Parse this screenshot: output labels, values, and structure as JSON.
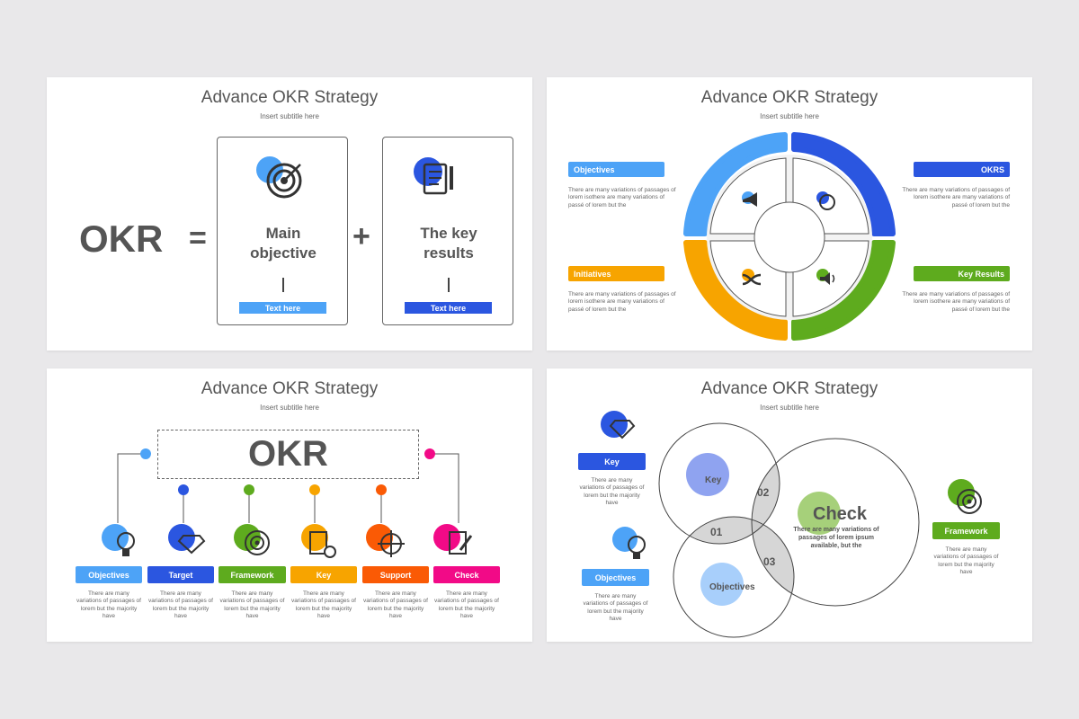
{
  "colors": {
    "light_blue": "#4da3f7",
    "blue": "#2b56e0",
    "green": "#5eab1e",
    "orange": "#f7a400",
    "red_orange": "#fa5a05",
    "pink": "#f20a87",
    "text": "#555555"
  },
  "slide1": {
    "title": "Advance OKR Strategy",
    "subtitle": "Insert subtitle here",
    "okr": "OKR",
    "equals": "=",
    "plus": "+",
    "box1": {
      "icon": "target-icon",
      "line1": "Main",
      "line2": "objective",
      "button": "Text here"
    },
    "box2": {
      "icon": "document-pen-icon",
      "line1": "The key",
      "line2": "results",
      "button": "Text here"
    }
  },
  "slide2": {
    "title": "Advance OKR Strategy",
    "subtitle": "Insert subtitle here",
    "items": [
      {
        "label": "Objectives",
        "icon": "megaphone-icon",
        "text": "There are many variations of passages of lorem isothere are many variations of passé of lorem but the"
      },
      {
        "label": "OKRS",
        "icon": "clock-icon",
        "text": "There are many variations of passages of lorem isothere are many variations of passé of lorem but the"
      },
      {
        "label": "Initiatives",
        "icon": "shuffle-icon",
        "text": "There are many variations of passages of lorem isothere are many variations of passé of lorem but the"
      },
      {
        "label": "Key Results",
        "icon": "speaker-icon",
        "text": "There are many variations of passages of lorem isothere are many variations of passé of lorem but the"
      }
    ]
  },
  "slide3": {
    "title": "Advance OKR Strategy",
    "subtitle": "Insert subtitle here",
    "okr": "OKR",
    "items": [
      {
        "label": "Objectives",
        "icon": "lightbulb-icon",
        "text": "There are many variations of passages of lorem but the majority have"
      },
      {
        "label": "Target",
        "icon": "diamond-icon",
        "text": "There are many variations of passages of lorem but the majority have"
      },
      {
        "label": "Framework",
        "icon": "target-icon",
        "text": "There are many variations of passages of lorem but the majority have"
      },
      {
        "label": "Key",
        "icon": "document-clock-icon",
        "text": "There are many variations of passages of lorem but the majority have"
      },
      {
        "label": "Support",
        "icon": "crosshair-icon",
        "text": "There are many variations of passages of lorem but the majority have"
      },
      {
        "label": "Check",
        "icon": "document-pen-icon",
        "text": "There are many variations of passages of lorem but the majority have"
      }
    ]
  },
  "slide4": {
    "title": "Advance OKR Strategy",
    "subtitle": "Insert subtitle here",
    "left": [
      {
        "label": "Key",
        "icon": "diamond-icon",
        "text": "There are many variations of passages of lorem but the majority have"
      },
      {
        "label": "Objectives",
        "icon": "lightbulb-icon",
        "text": "There are many variations of passages of lorem but the majority have"
      }
    ],
    "right": {
      "label": "Framework",
      "icon": "target-icon",
      "text": "There are many variations of passages of lorem but the majority have"
    },
    "venn": {
      "key": "Key",
      "objectives": "Objectives",
      "check": "Check",
      "check_text": "There are many variations of passages of lorem ipsum available, but the",
      "n01": "01",
      "n02": "02",
      "n03": "03"
    }
  }
}
